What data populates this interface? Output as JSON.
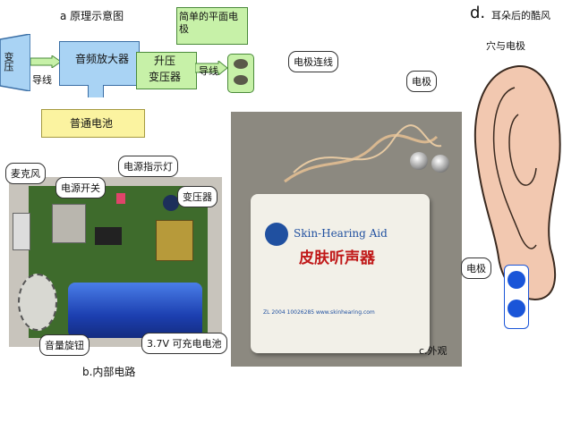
{
  "panel_a": {
    "title": "a 原理示意图",
    "transformer_left": "变压",
    "wire_left": "导线",
    "amplifier": "音频放大器",
    "boost_line1": "升压",
    "boost_line2": "变压器",
    "wire_right": "导线",
    "battery": "普通电池",
    "electrode_note": "简单的平面电极"
  },
  "panel_b": {
    "caption": "b.内部电路",
    "microphone": "麦克风",
    "power_switch": "电源开关",
    "power_indicator": "电源指示灯",
    "transformer": "变压器",
    "volume_knob": "音量旋钮",
    "battery": "3.7V 可充电电池"
  },
  "panel_c": {
    "caption": "c.外观",
    "electrode_wire": "电极连线",
    "electrode": "电极",
    "brand_en": "Skin-Hearing Aid",
    "brand_cn": "皮肤听声器",
    "footer_text": "ZL 2004 10026285   www.skinhearing.com"
  },
  "panel_d": {
    "letter": "d.",
    "title_line1": "耳朵后的酷风",
    "title_line2": "穴与电极",
    "electrode": "电极"
  },
  "colors": {
    "blue_box": "#a9d3f4",
    "green_box": "#c7f1a8",
    "yellow_box": "#fbf3a0",
    "photo_bg": "#8c8980",
    "device_body": "#f2f0e8",
    "logo_blue": "#2050a0",
    "brand_red": "#c01818",
    "ear_skin": "#f2c8b0",
    "electrode_blue": "#1a55d8"
  }
}
